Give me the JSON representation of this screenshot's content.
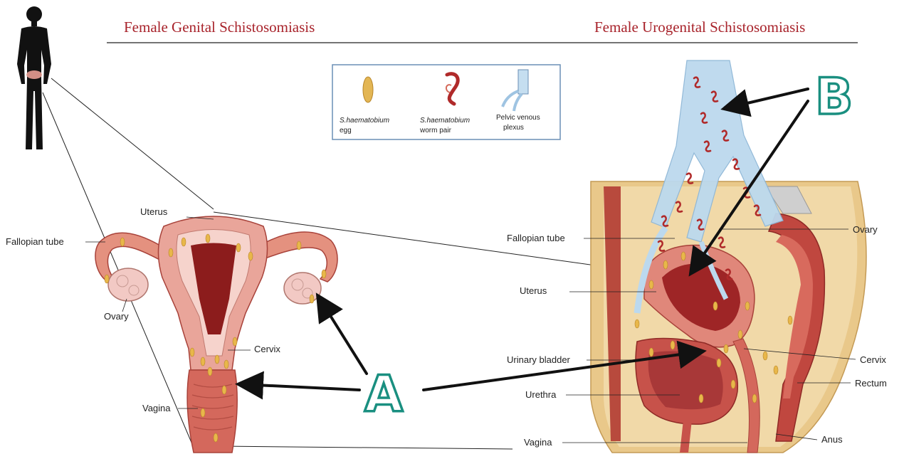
{
  "titles": {
    "left": "Female Genital Schistosomiasis",
    "right": "Female Urogenital Schistosomiasis"
  },
  "legend": {
    "egg_italic": "S.haematobium",
    "egg_plain": "egg",
    "worm_italic": "S.haematobium",
    "worm_plain": "worm pair",
    "plexus_line1": "Pelvic venous",
    "plexus_line2": "plexus"
  },
  "left_labels": {
    "uterus": "Uterus",
    "fallopian": "Fallopian tube",
    "ovary": "Ovary",
    "cervix": "Cervix",
    "vagina": "Vagina"
  },
  "right_labels": {
    "fallopian": "Fallopian tube",
    "uterus": "Uterus",
    "bladder": "Urinary bladder",
    "urethra": "Urethra",
    "vagina": "Vagina",
    "ovary": "Ovary",
    "cervix": "Cervix",
    "rectum": "Rectum",
    "anus": "Anus"
  },
  "markers": {
    "a": "A",
    "b": "B"
  },
  "colors": {
    "title_red": "#a8232b",
    "marker_teal": "#1a8f80",
    "tissue_pink": "#e9a59a",
    "tissue_dark": "#b33a38",
    "skin_tan": "#e9c88a",
    "vein_blue": "#bcd9ee"
  }
}
